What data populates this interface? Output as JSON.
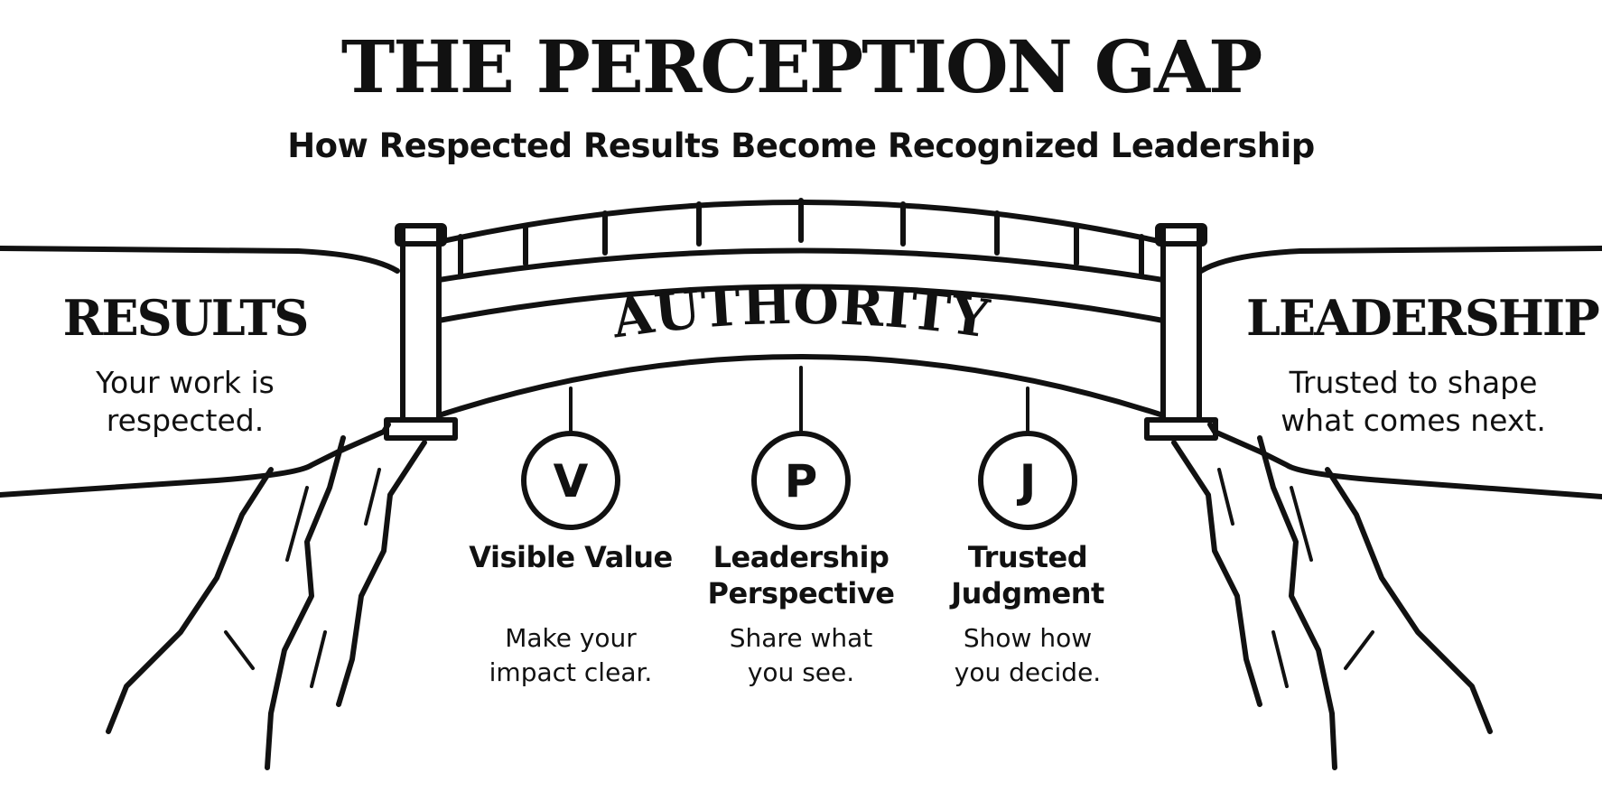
{
  "title": "THE PERCEPTION GAP",
  "subtitle": "How Respected Results Become Recognized Leadership",
  "bridge": {
    "label": "AUTHORITY"
  },
  "left": {
    "heading": "RESULTS",
    "text": "Your work is respected."
  },
  "right": {
    "heading": "LEADERSHIP",
    "text": "Trusted to shape what comes next."
  },
  "pillars": [
    {
      "letter": "V",
      "name": "Visible Value",
      "desc": "Make your impact clear."
    },
    {
      "letter": "P",
      "name": "Leadership Perspective",
      "desc": "Share what you see."
    },
    {
      "letter": "J",
      "name": "Trusted Judgment",
      "desc": "Show how you decide."
    }
  ]
}
